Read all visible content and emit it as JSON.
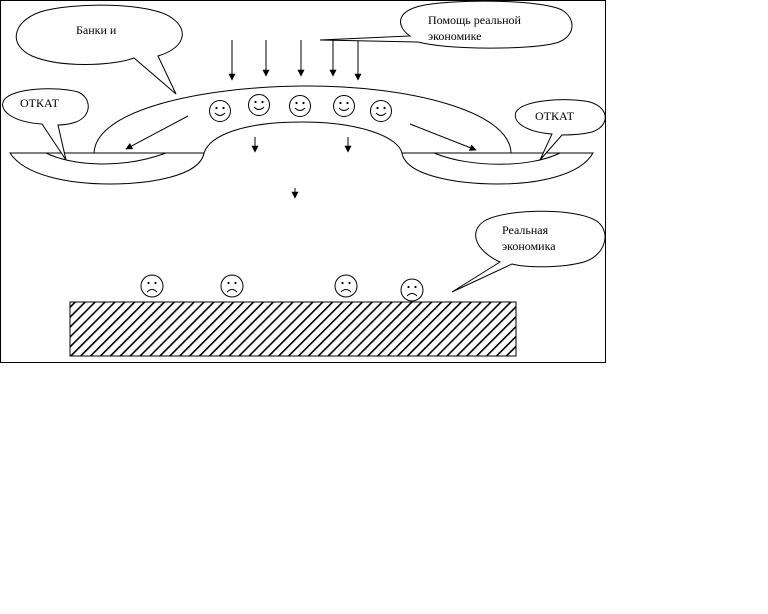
{
  "labels": {
    "banks": "Банки и",
    "help_line1": "Помощь реальной",
    "help_line2": "экономике",
    "kickback_left": "ОТКАТ",
    "kickback_right": "ОТКАТ",
    "real_line1": "Реальная",
    "real_line2": "экономика"
  },
  "colors": {
    "stroke": "#000000",
    "background": "#ffffff"
  },
  "icons": {
    "happy_faces": "smiley-face-icon",
    "sad_faces": "sad-face-icon"
  }
}
